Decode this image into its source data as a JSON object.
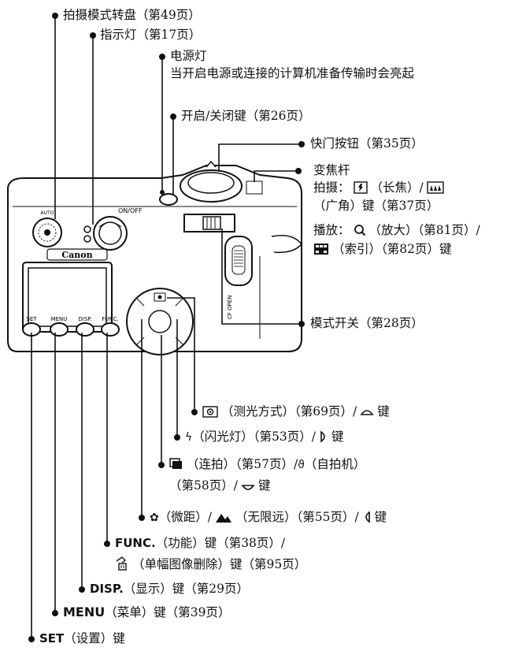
{
  "callouts": {
    "mode_dial": "拍摄模式转盘（第49页）",
    "indicator": "指示灯（第17页）",
    "power_lamp_title": "电源灯",
    "power_lamp_desc": "当开启电源或连接的计算机准备传输时会亮起",
    "power_button": "开启/关闭键（第26页）",
    "shutter": "快门按钮（第35页）",
    "zoom_title": "变焦杆",
    "zoom_shoot_a": "拍摄：",
    "zoom_shoot_b": "（长焦）/",
    "zoom_shoot_c": "（广角）键（第37页）",
    "zoom_play_a": "播放：",
    "zoom_play_b": "（放大）（第81页）/",
    "zoom_play_c": "（索引）（第82页）键",
    "mode_switch": "模式开关（第28页）",
    "metering_a": "（测光方式）（第69页）/",
    "metering_b": "键",
    "flash_a": "（闪光灯）（第53页）/",
    "flash_b": "键",
    "cont_a": "（连拍）（第57页）/",
    "cont_b": "（自拍机）",
    "cont_c": "（第58页）/",
    "cont_d": "键",
    "macro_a": "（微距）/",
    "macro_b": "（无限远）（第55页）/",
    "macro_c": "键",
    "func_label": "FUNC.",
    "func_a": "（功能）键（第38页）/",
    "func_b": "（单幅图像删除）键（第95页）",
    "disp_label": "DISP.",
    "disp_a": "（显示）键（第29页）",
    "menu_label": "MENU",
    "menu_a": "（菜单）键（第39页）",
    "set_label": "SET",
    "set_a": "（设置）键"
  },
  "camera": {
    "brand": "Canon",
    "on_off": "ON/OFF",
    "btn_set": "SET",
    "btn_menu": "MENU",
    "btn_disp": "DISP.",
    "btn_func": "FUNC.",
    "cf_open": "CF OPEN",
    "dial_text": "AUTO"
  },
  "icons": [
    "mode-dial-icon",
    "metering-icon",
    "flash-icon",
    "continuous-shoot-icon",
    "self-timer-icon",
    "macro-icon",
    "infinity-icon",
    "telephoto-icon",
    "wide-angle-icon",
    "magnify-icon",
    "index-icon",
    "delete-icon"
  ]
}
